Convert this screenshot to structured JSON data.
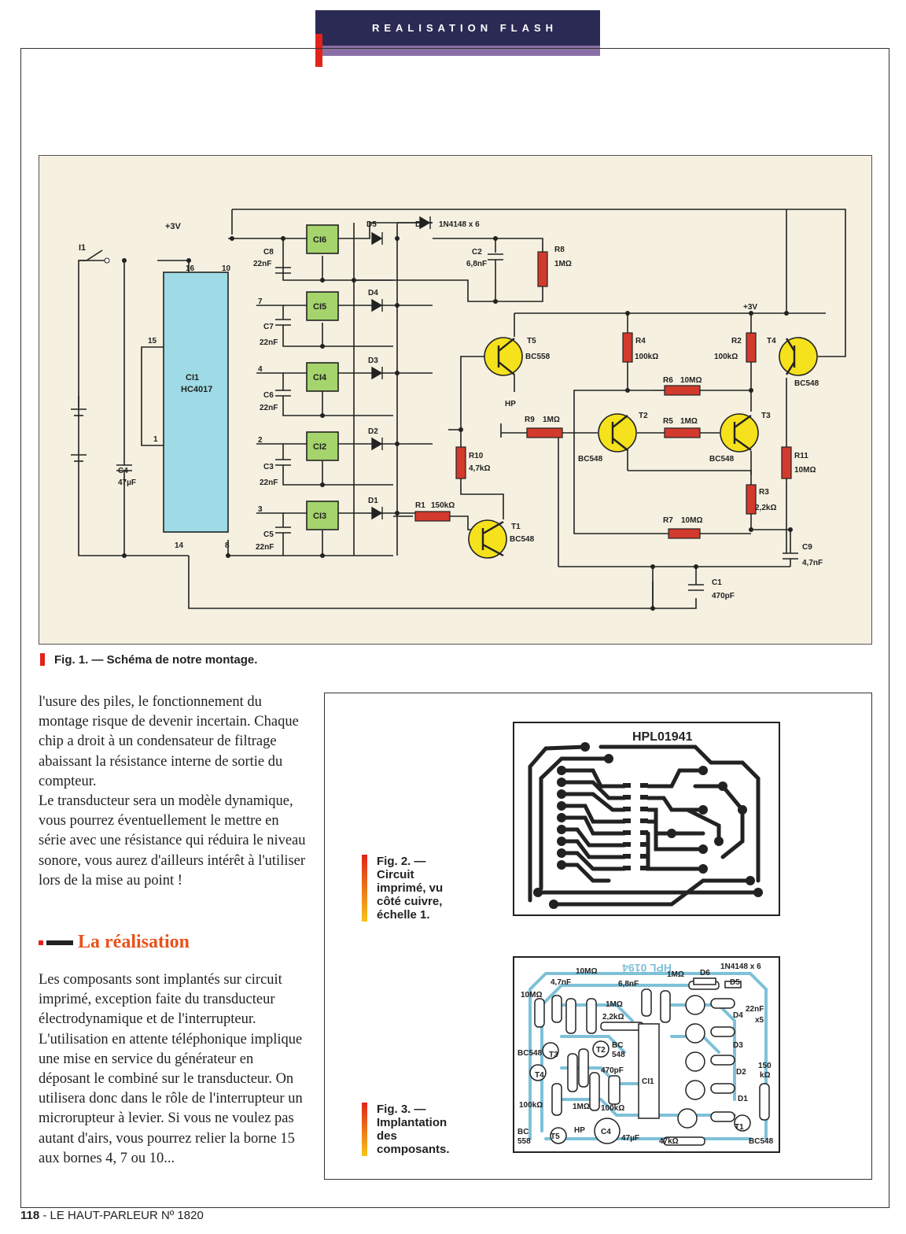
{
  "header": {
    "label": "REALISATION FLASH"
  },
  "schematic": {
    "labels": {
      "v3": "+3V",
      "i1": "I1",
      "ci1": "CI1",
      "chip": "HC4017",
      "pin16": "16",
      "pin10": "10",
      "pin7": "7",
      "pin4": "4",
      "pin2": "2",
      "pin3": "3",
      "pin15": "15",
      "pin1": "1",
      "pin14": "14",
      "pin8": "8",
      "c4": "C4",
      "c4v": "47µF",
      "ci6": "CI6",
      "ci5": "CI5",
      "ci4": "CI4",
      "ci2": "CI2",
      "ci3": "CI3",
      "c8": "C8",
      "c7": "C7",
      "c6": "C6",
      "c3": "C3",
      "c5": "C5",
      "c22": "22nF",
      "d5": "D5",
      "d6": "D6",
      "d4": "D4",
      "d3": "D3",
      "d2": "D2",
      "d1": "D1",
      "dtype": "1N4148 x 6",
      "c2": "C2",
      "c2v": "6,8nF",
      "r8": "R8",
      "r8v": "1MΩ",
      "t5": "T5",
      "bc558": "BC558",
      "hp": "HP",
      "r9": "R9",
      "r9v": "1MΩ",
      "r10": "R10",
      "r10v": "4,7kΩ",
      "r1": "R1",
      "r1v": "150kΩ",
      "t1": "T1",
      "bc548": "BC548",
      "r4": "R4",
      "r4v": "100kΩ",
      "r2": "R2",
      "r2v": "100kΩ",
      "v3b": "+3V",
      "t4": "T4",
      "r6": "R6",
      "r6v": "10MΩ",
      "t2": "T2",
      "r5": "R5",
      "r5v": "1MΩ",
      "t3": "T3",
      "r11": "R11",
      "r11v": "10MΩ",
      "r3": "R3",
      "r3v": "2,2kΩ",
      "r7": "R7",
      "r7v": "10MΩ",
      "c9": "C9",
      "c9v": "4,7nF",
      "c1": "C1",
      "c1v": "470pF"
    }
  },
  "fig1": {
    "label": "Fig. 1. — Schéma de notre montage."
  },
  "left_text": {
    "p1": "l'usure des piles, le fonctionnement du montage risque de devenir incertain. Chaque chip a droit à un condensateur de filtrage abaissant la résistance interne de sortie du compteur.",
    "p2": "Le transducteur sera un modèle dynamique, vous pourrez éventuellement le mettre en série avec une résistance qui réduira le niveau sonore, vous aurez d'ailleurs intérêt à l'utiliser lors de la mise au point !"
  },
  "realisation": {
    "heading": "La réalisation",
    "p": "Les composants sont implantés sur circuit imprimé, exception faite du transducteur électrodynamique et de l'interrupteur. L'utilisation en attente téléphonique implique une mise en service du générateur en déposant le combiné sur le transducteur. On utilisera donc dans le rôle de l'interrupteur un microrupteur à levier. Si vous ne voulez pas autant d'airs, vous pourrez relier la borne 15 aux bornes 4, 7 ou 10..."
  },
  "fig2": {
    "l1": "Fig. 2. —",
    "l2": "Circuit",
    "l3": "imprimé, vu",
    "l4": "côté cuivre,",
    "l5": "échelle 1."
  },
  "fig3": {
    "l1": "Fig. 3. —",
    "l2": "Implantation",
    "l3": "des",
    "l4": "composants."
  },
  "pcb": {
    "ref": "HPL01941"
  },
  "impl": {
    "ref": "HPL 0194",
    "labels": {
      "r11": "10MΩ",
      "c9": "4,7nF",
      "r7": "10MΩ",
      "c2": "6,8nF",
      "r8": "1MΩ",
      "d6": "D6",
      "dtype": "1N4148 x 6",
      "d5": "D5",
      "r9": "1MΩ",
      "r3": "2,2kΩ",
      "c22": "22nF",
      "x5": "x5",
      "d4": "D4",
      "d3": "D3",
      "d2": "D2",
      "d1": "D1",
      "bc548a": "BC548",
      "t3": "T3",
      "t2": "T2",
      "bc": "BC",
      "v548": "548",
      "c1": "470pF",
      "ci1": "CI1",
      "t4": "T4",
      "r150": "150",
      "k": "kΩ",
      "r4": "100kΩ",
      "r5": "1MΩ",
      "r10": "100kΩ",
      "hp": "HP",
      "bc558a": "BC",
      "bc558b": "558",
      "t5": "T5",
      "c4": "C4",
      "c4v": "47µF",
      "r1": "47kΩ",
      "t1": "T1",
      "bc548b": "BC548"
    }
  },
  "footer": {
    "page": "118",
    "text": " - LE HAUT-PARLEUR Nº 1820"
  }
}
